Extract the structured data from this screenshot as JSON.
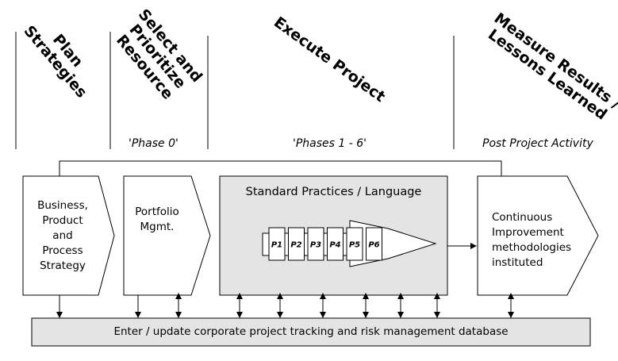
{
  "headers": {
    "plan": "Plan\nStrategies",
    "select": "Select and\nPrioritize\nResource",
    "execute": "Execute Project",
    "measure": "Measure Results /\nLessons Learned"
  },
  "phases": {
    "phase0": "'Phase 0'",
    "phases16": "'Phases 1 - 6'",
    "post": "Post Project Activity"
  },
  "boxes": {
    "business": "Business,\nProduct\nand\nProcess\nStrategy",
    "portfolio": "Portfolio\nMgmt.",
    "standard": "Standard Practices / Language",
    "continuous": "Continuous\nImprovement\nmethodologies\ninstituted"
  },
  "pipeline": [
    "P1",
    "P2",
    "P3",
    "P4",
    "P5",
    "P6"
  ],
  "database_label": "Enter / update corporate project tracking and risk management database",
  "colors": {
    "box_fill": "#e4e4e4",
    "line": "#000000",
    "background": "#ffffff"
  }
}
